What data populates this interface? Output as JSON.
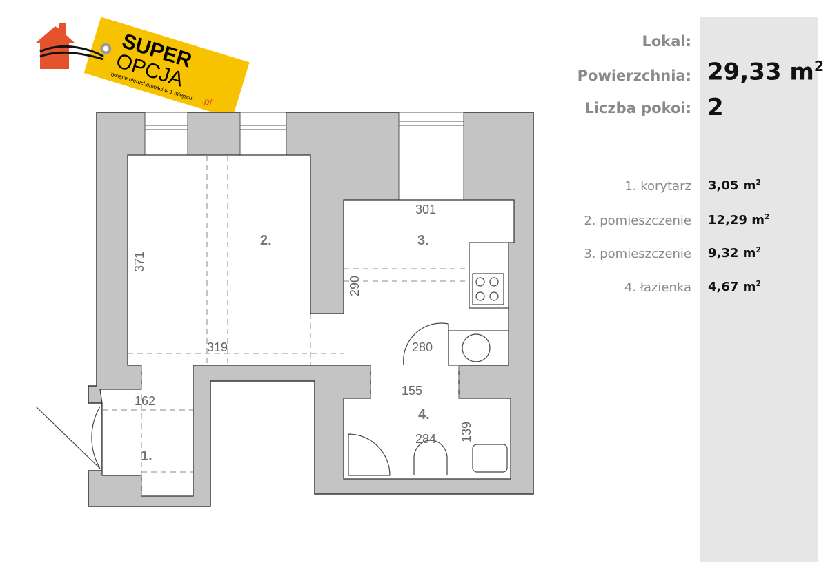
{
  "logo": {
    "line1": "SUPER",
    "line2": "OPCJA",
    "tagline": "tysiące nieruchomości w 1 miejscu",
    "domain": ".pl"
  },
  "info": {
    "lokal_label": "Lokal:",
    "area_label": "Powierzchnia:",
    "area_value": "29,33 m",
    "area_unit_sup": "2",
    "rooms_label": "Liczba pokoi:",
    "rooms_value": "2"
  },
  "rooms": [
    {
      "label": "1. korytarz",
      "area": "3,05 m",
      "sup": "2"
    },
    {
      "label": "2. pomieszczenie",
      "area": "12,29 m",
      "sup": "2"
    },
    {
      "label": "3. pomieszczenie",
      "area": "9,32 m",
      "sup": "2"
    },
    {
      "label": "4. łazienka",
      "area": "4,67 m",
      "sup": "2"
    }
  ],
  "plan": {
    "room_numbers": [
      "1.",
      "2.",
      "3.",
      "4."
    ],
    "dimensions": [
      "371",
      "319",
      "301",
      "290",
      "280",
      "162",
      "155",
      "284",
      "139"
    ]
  },
  "colors": {
    "wall": "#c4c4c4",
    "panel": "#e6e6e6",
    "logo_yellow": "#f7c300",
    "logo_house": "#e4532b"
  }
}
